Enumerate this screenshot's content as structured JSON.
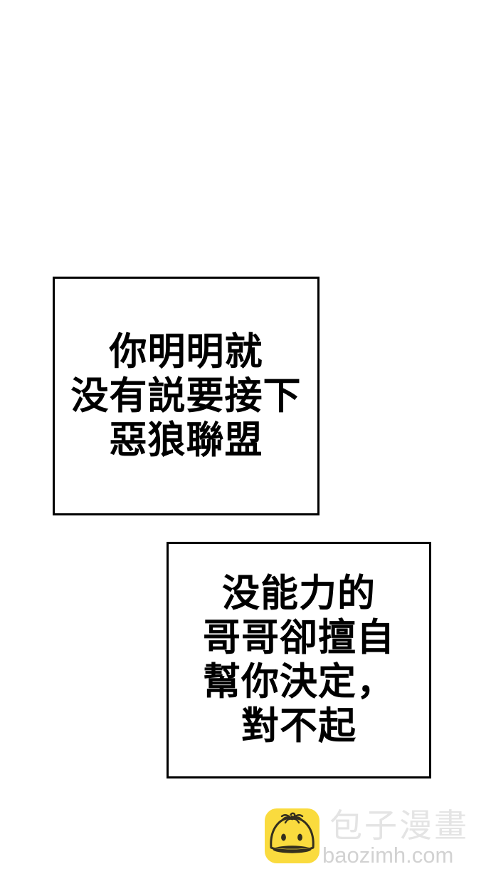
{
  "page": {
    "background_color": "#ffffff"
  },
  "speech_boxes": [
    {
      "name": "speech-box-1",
      "lines": [
        "你明明就",
        "没有説要接下",
        "惡狼聯盟"
      ]
    },
    {
      "name": "speech-box-2",
      "lines": [
        "没能力的",
        "哥哥卻擅自",
        "幫你決定，",
        "對不起"
      ]
    }
  ],
  "watermark": {
    "site_name": "包子漫畫",
    "site_url": "baozimh.com",
    "site_name_color": "#e4e4e4",
    "site_url_color": "#d2d2d2",
    "logo": {
      "icon": "baozi-bun-icon",
      "background_color": "#FADB3E",
      "outline_color": "#342F1E"
    }
  },
  "colors": {
    "box_border": "#000000",
    "box_text": "#000000"
  }
}
